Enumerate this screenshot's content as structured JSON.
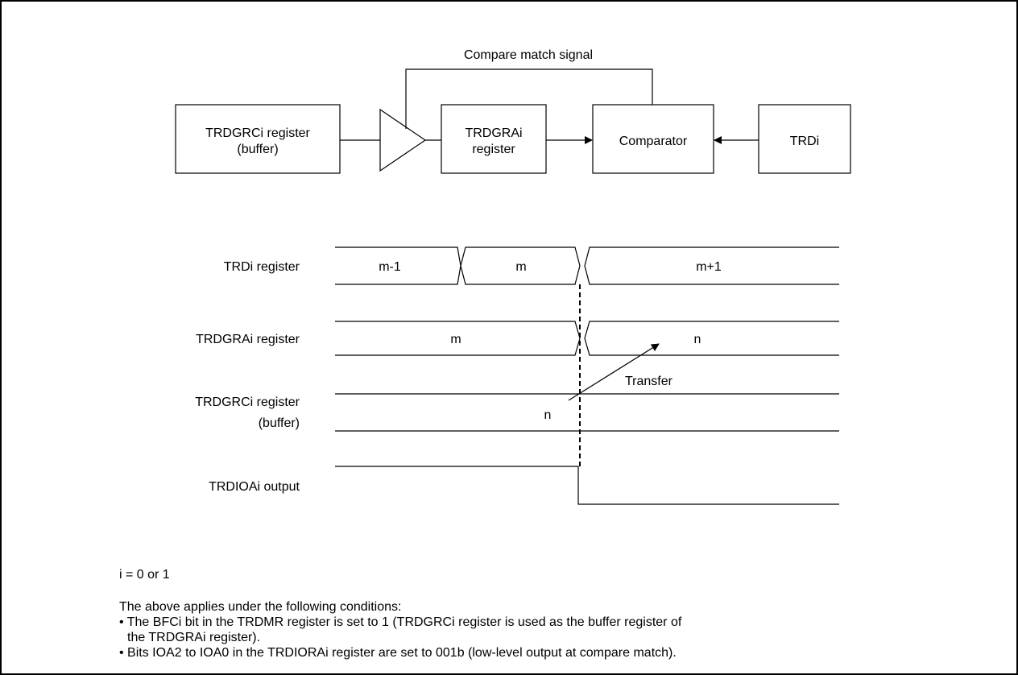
{
  "block_diagram": {
    "signal_label": "Compare match signal",
    "buffer_box": {
      "line1": "TRDGRCi register",
      "line2": "(buffer)"
    },
    "gra_box": {
      "line1": "TRDGRAi",
      "line2": "register"
    },
    "comparator_box": "Comparator",
    "counter_box": "TRDi"
  },
  "timing": {
    "rows": [
      {
        "label": "TRDi register",
        "values": [
          "m-1",
          "m",
          "m+1"
        ]
      },
      {
        "label": "TRDGRAi register",
        "values": [
          "m",
          "n"
        ]
      },
      {
        "label_line1": "TRDGRCi register",
        "label_line2": "(buffer)",
        "value": "n"
      },
      {
        "label": "TRDIOAi output"
      }
    ],
    "transfer_label": "Transfer"
  },
  "notes": {
    "index_note": "i = 0 or 1",
    "intro": "The above applies under the following conditions:",
    "bullet1_line1": "• The BFCi bit in the TRDMR register is set to 1 (TRDGRCi register is used as the buffer register of",
    "bullet1_line2": "the TRDGRAi register).",
    "bullet2": "• Bits IOA2 to IOA0 in the TRDIORAi register are set to 001b (low-level output at compare match)."
  }
}
